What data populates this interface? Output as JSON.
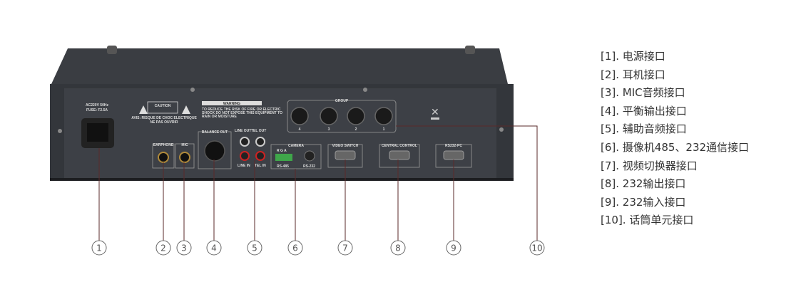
{
  "legend": [
    "[1]. 电源接口",
    "[2]. 耳机接口",
    "[3]. MIC音频接口",
    "[4]. 平衡输出接口",
    "[5]. 辅助音频接口",
    "[6]. 摄像机485、232通信接口",
    "[7]. 视频切换器接口",
    "[8]. 232输出接口",
    "[9]. 232输入接口",
    "[10]. 话筒单元接口"
  ],
  "callouts": [
    "1",
    "2",
    "3",
    "4",
    "5",
    "6",
    "7",
    "8",
    "9",
    "10"
  ],
  "panel": {
    "power": "AC220V 50Hz",
    "fuse": "FUSE: F2.5A",
    "caution": "CAUTION",
    "avis1": "AVIS: RISQUE DE CHOC ELECTRIQUE",
    "avis2": "NE PAS OUVRIR",
    "warning": "WARNING",
    "warn1": "TO REDUCE THE RISK OF FIRE OR ELECTRIC",
    "warn2": "SHOCK DO NOT EXPOSE THIS EQUIPMENT TO",
    "warn3": "RAIN OR MOISTURE",
    "earphone": "EARPHONE",
    "mic": "MIC",
    "balance_out": "BALANCE OUT",
    "line_out": "LINE OUT",
    "tel_out": "TEL OUT",
    "line_in": "LINE IN",
    "tel_in": "TEL IN",
    "camera": "CAMERA",
    "rga": "R  G  A",
    "rs485": "RS-485",
    "rs232": "RS-232",
    "group": "GROUP",
    "group_nums": [
      "4",
      "3",
      "2",
      "1"
    ],
    "video_switch": "VIDEO SWITCH",
    "central_control": "CENTRAL CONTROL",
    "rs232pc": "RS232-PC"
  }
}
